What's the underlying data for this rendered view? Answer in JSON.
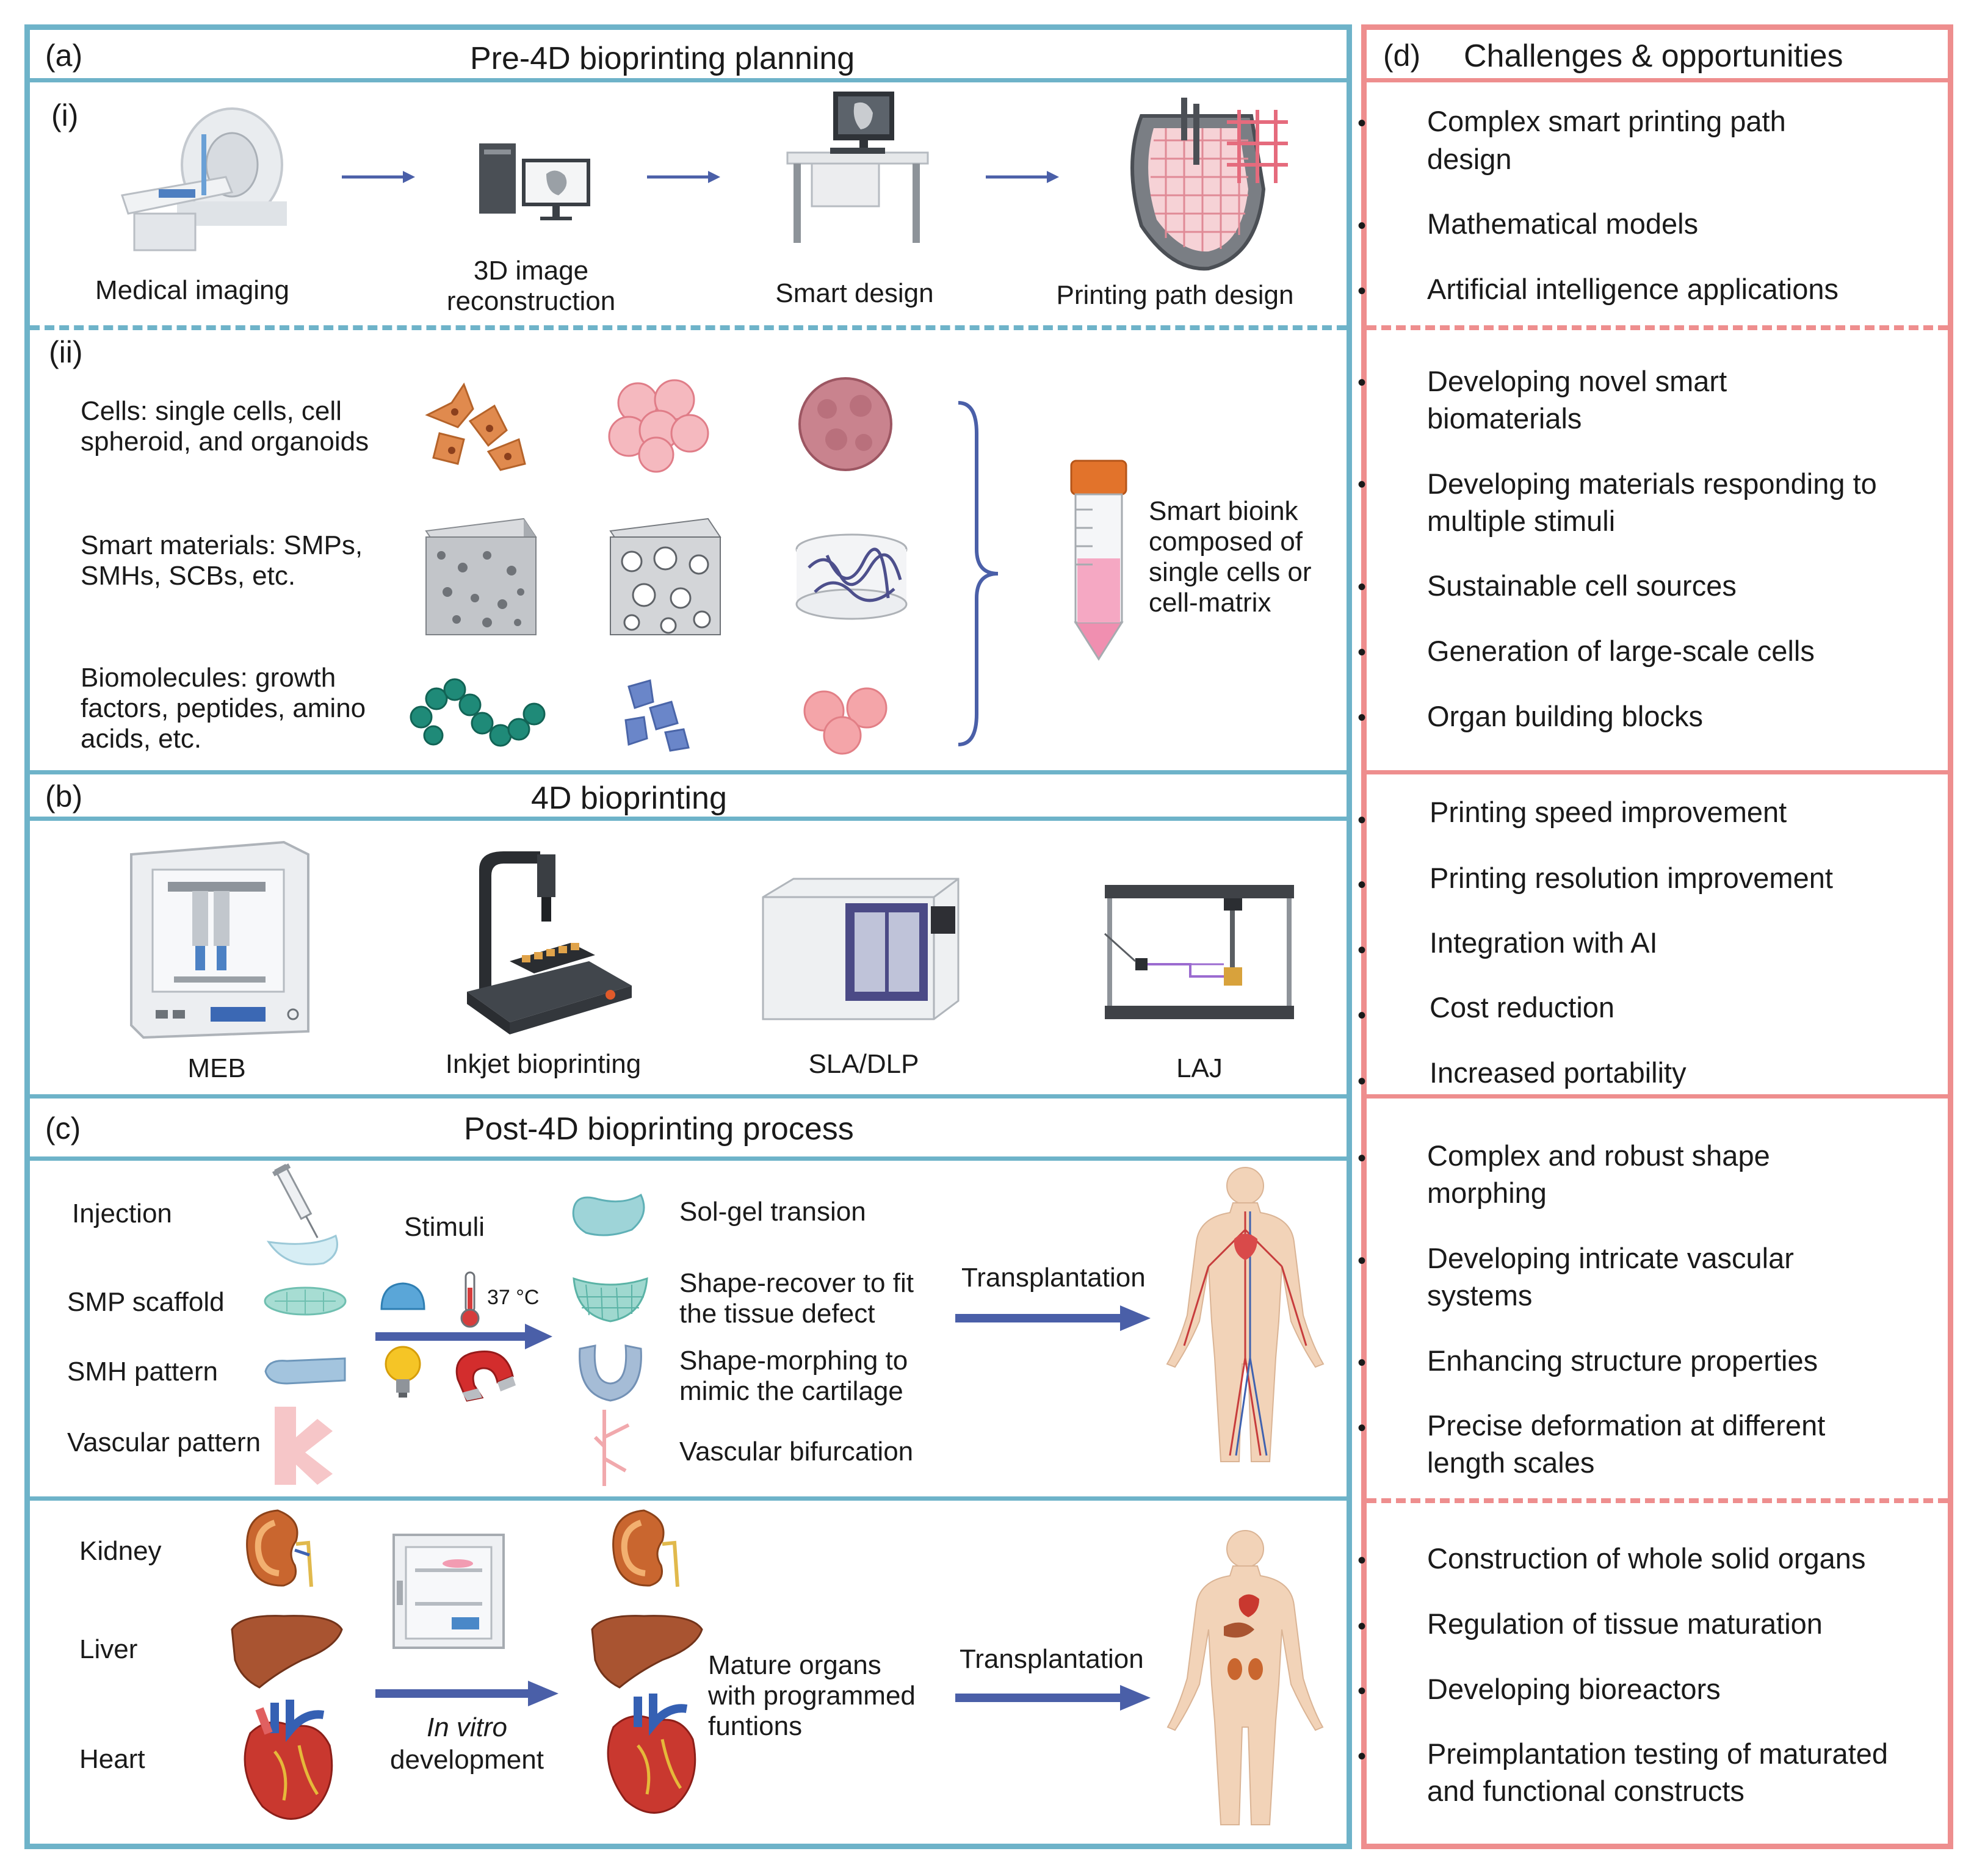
{
  "panel_a": {
    "tag": "(a)",
    "title": "Pre-4D bioprinting planning",
    "sub_i": "(i)",
    "sub_ii": "(ii)",
    "steps": [
      "Medical imaging",
      "3D image reconstruction",
      "Smart design",
      "Printing path design"
    ],
    "step2_line1": "3D image",
    "step2_line2": "reconstruction",
    "rows": [
      {
        "line1": "Cells: single cells, cell",
        "line2": "spheroid, and organoids",
        "line3": ""
      },
      {
        "line1": "Smart materials: SMPs,",
        "line2": "SMHs, SCBs, etc.",
        "line3": ""
      },
      {
        "line1": "Biomolecules: growth",
        "line2": "factors, peptides, amino",
        "line3": "acids, etc."
      }
    ],
    "bioink": [
      "Smart bioink",
      "composed of",
      "single cells or",
      "cell-matrix"
    ]
  },
  "panel_b": {
    "tag": "(b)",
    "title": "4D bioprinting",
    "printers": [
      "MEB",
      "Inkjet bioprinting",
      "SLA/DLP",
      "LAJ"
    ]
  },
  "panel_c": {
    "tag": "(c)",
    "title": "Post-4D bioprinting process",
    "inputs": [
      "Injection",
      "SMP scaffold",
      "SMH pattern",
      "Vascular pattern"
    ],
    "stimuli": "Stimuli",
    "temp": "37 °C",
    "outputs": [
      {
        "line1": "Sol-gel transion",
        "line2": ""
      },
      {
        "line1": "Shape-recover to fit",
        "line2": "the tissue defect"
      },
      {
        "line1": "Shape-morphing to",
        "line2": "mimic the cartilage"
      },
      {
        "line1": "Vascular bifurcation",
        "line2": ""
      }
    ],
    "transplant": "Transplantation",
    "organs": [
      "Kidney",
      "Liver",
      "Heart"
    ],
    "invitro_1": "In vitro",
    "invitro_2": "development",
    "mature": [
      "Mature organs",
      "with programmed",
      "funtions"
    ]
  },
  "panel_d": {
    "tag": "(d)",
    "title": "Challenges & opportunities",
    "group1": [
      {
        "l1": "Complex smart printing path",
        "l2": "design"
      },
      {
        "l1": "Mathematical models",
        "l2": ""
      },
      {
        "l1": "Artificial intelligence applications",
        "l2": ""
      }
    ],
    "group2": [
      {
        "l1": "Developing novel smart",
        "l2": "biomaterials"
      },
      {
        "l1": "Developing materials responding to",
        "l2": "multiple stimuli"
      },
      {
        "l1": "Sustainable cell sources",
        "l2": ""
      },
      {
        "l1": "Generation of large-scale cells",
        "l2": ""
      },
      {
        "l1": "Organ building blocks",
        "l2": ""
      }
    ],
    "group3": [
      {
        "l1": "Printing speed improvement",
        "l2": ""
      },
      {
        "l1": "Printing resolution improvement",
        "l2": ""
      },
      {
        "l1": "Integration with AI",
        "l2": ""
      },
      {
        "l1": "Cost reduction",
        "l2": ""
      },
      {
        "l1": "Increased portability",
        "l2": ""
      }
    ],
    "group4": [
      {
        "l1": "Complex and robust shape",
        "l2": "morphing"
      },
      {
        "l1": "Developing intricate vascular",
        "l2": "systems"
      },
      {
        "l1": "Enhancing structure properties",
        "l2": ""
      },
      {
        "l1": "Precise deformation at different",
        "l2": "length scales"
      }
    ],
    "group5": [
      {
        "l1": "Construction of whole solid organs",
        "l2": ""
      },
      {
        "l1": "Regulation of tissue maturation",
        "l2": ""
      },
      {
        "l1": "Developing bioreactors",
        "l2": ""
      },
      {
        "l1": "Preimplantation testing of maturated",
        "l2": "and functional constructs"
      }
    ],
    "bullet": "•"
  },
  "colors": {
    "blue_border": "#6eb3c9",
    "red_border": "#ee8e8e",
    "arrow": "#4a5fa8"
  }
}
